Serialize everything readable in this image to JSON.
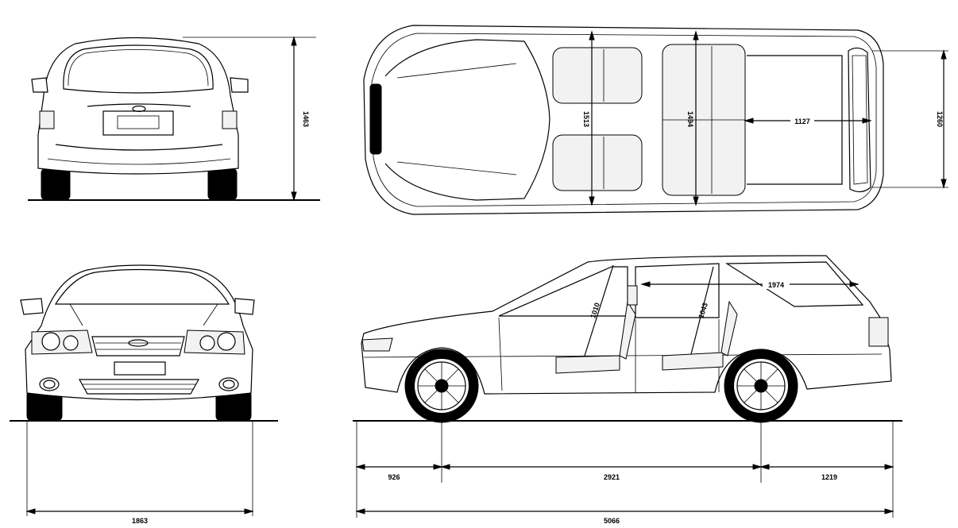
{
  "dimensions": {
    "rear_height": "1463",
    "front_width": "1863",
    "seat_width_front": "1513",
    "seat_width_rear": "1494",
    "cargo_length": "1127",
    "cargo_width": "1260",
    "front_overhang": "926",
    "wheelbase": "2921",
    "rear_overhang": "1219",
    "overall_length": "5066",
    "front_headroom": "1010",
    "rear_headroom": "1043",
    "cargo_floor_length": "1974"
  }
}
